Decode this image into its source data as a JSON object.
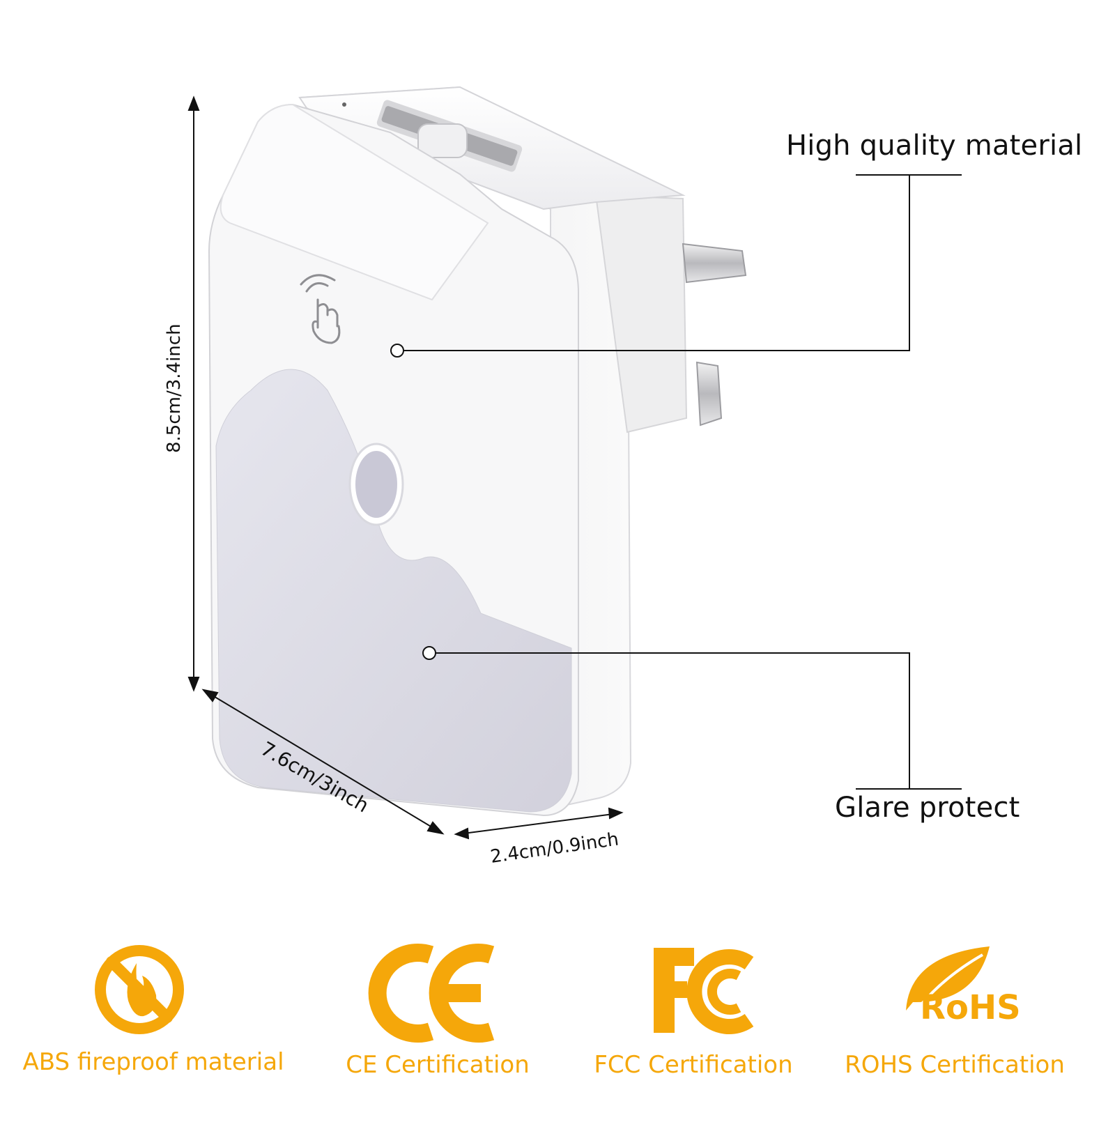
{
  "dimensions": {
    "height": "8.5cm/3.4inch",
    "width": "7.6cm/3inch",
    "depth": "2.4cm/0.9inch"
  },
  "callouts": {
    "material": "High quality material",
    "glare": "Glare protect"
  },
  "certifications": [
    {
      "label": "ABS fireproof material",
      "icon": "no-fire-icon"
    },
    {
      "label": "CE Certification",
      "icon": "ce-mark-icon",
      "mark": "CE"
    },
    {
      "label": "FCC Certification",
      "icon": "fcc-mark-icon",
      "mark": "FC"
    },
    {
      "label": "ROHS Certification",
      "icon": "rohs-leaf-icon",
      "mark": "RoHS"
    }
  ],
  "colors": {
    "accent": "#f5a70a",
    "device_body": "#f5f5f7",
    "glare_panel": "#d9d8e2",
    "line": "#111111"
  }
}
